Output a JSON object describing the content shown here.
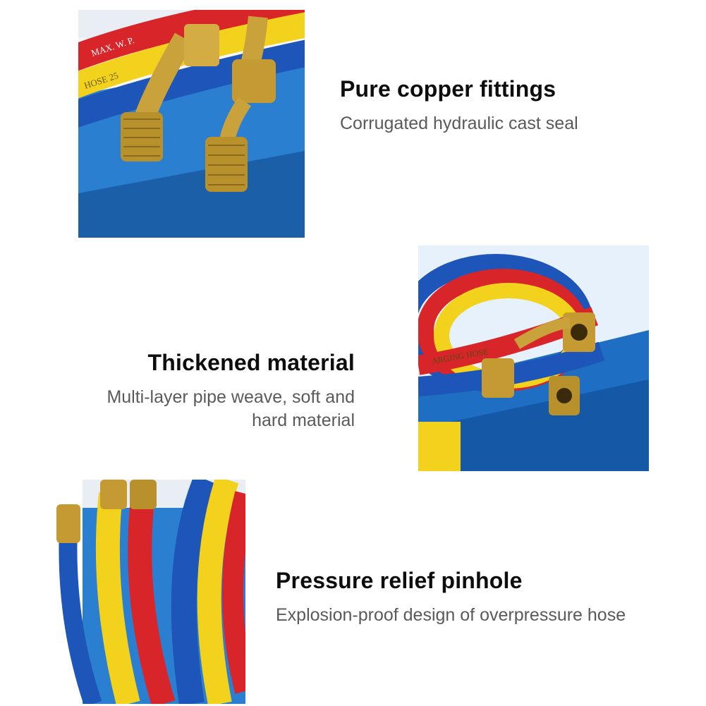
{
  "colors": {
    "hose_red": "#d8252a",
    "hose_yellow": "#f2d21c",
    "hose_blue": "#1e55b8",
    "brass": "#c9a23c",
    "box_blue": "#2b7fd1",
    "heading_text": "#0d0d0d",
    "desc_text": "#5a5a5a"
  },
  "photos": [
    {
      "subject": "brass hose fittings on refrigerant box",
      "print": [
        "MAX. W. P.",
        "HOSE 25"
      ]
    },
    {
      "subject": "coiled red, yellow and blue charging hoses",
      "print": [
        "ARGING HOSE"
      ]
    },
    {
      "subject": "red, yellow and blue hoses with brass ends"
    }
  ],
  "features": [
    {
      "title": "Pure copper fittings",
      "description": "Corrugated hydraulic cast seal"
    },
    {
      "title": "Thickened material",
      "description": "Multi-layer pipe weave, soft and hard material"
    },
    {
      "title": "Pressure relief pinhole",
      "description": "Explosion-proof design of overpressure hose"
    }
  ]
}
